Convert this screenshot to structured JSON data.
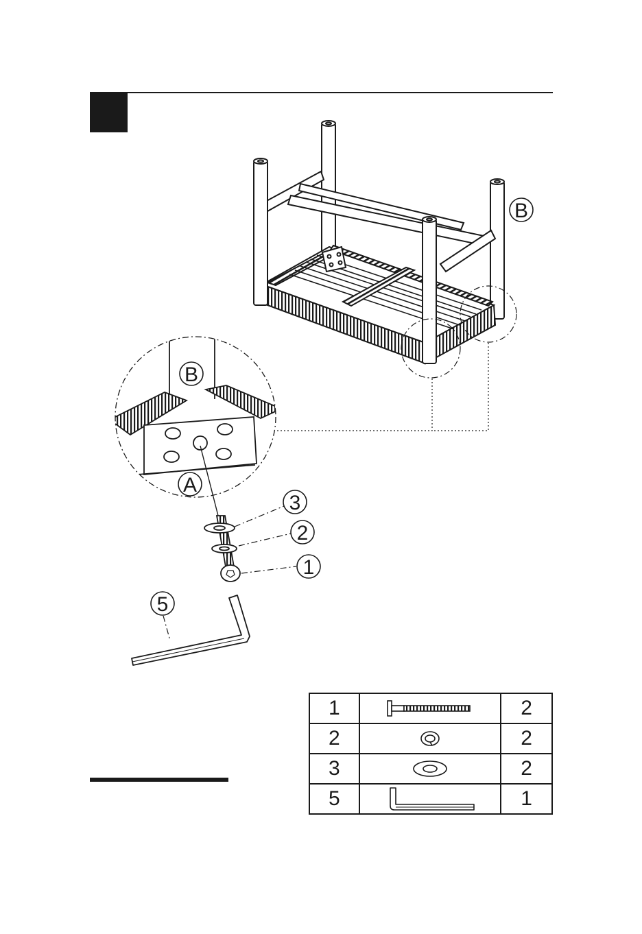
{
  "callouts": {
    "frame_label": "B",
    "detail_b": "B",
    "detail_a": "A",
    "part_3": "3",
    "part_2": "2",
    "part_1": "1",
    "part_5": "5"
  },
  "parts_table": {
    "rows": [
      {
        "number": "1",
        "icon": "bolt-icon",
        "quantity": "2"
      },
      {
        "number": "2",
        "icon": "spring-washer-icon",
        "quantity": "2"
      },
      {
        "number": "3",
        "icon": "flat-washer-icon",
        "quantity": "2"
      },
      {
        "number": "5",
        "icon": "allen-key-icon",
        "quantity": "1"
      }
    ]
  },
  "colors": {
    "ink": "#1a1a1a",
    "paper": "#ffffff"
  }
}
